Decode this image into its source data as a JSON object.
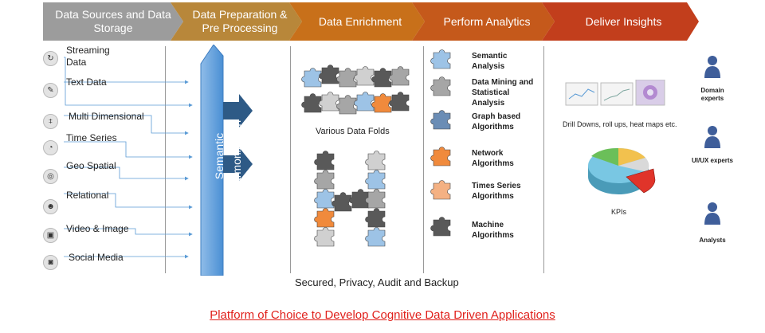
{
  "stages": [
    {
      "label": "Data Sources and Data Storage",
      "color": "#9c9c9c"
    },
    {
      "label": "Data Preparation & Pre Processing",
      "color": "#b8873a"
    },
    {
      "label": "Data Enrichment",
      "color": "#c8701a"
    },
    {
      "label": "Perform Analytics",
      "color": "#c5591b"
    },
    {
      "label": "Deliver Insights",
      "color": "#c23e1c"
    }
  ],
  "sources": [
    {
      "label": "Streaming Data",
      "icon": "refresh-icon"
    },
    {
      "label": "Text Data",
      "icon": "document-icon"
    },
    {
      "label": "Multi Dimensional",
      "icon": "rss-icon"
    },
    {
      "label": "Time Series",
      "icon": "clock-icon"
    },
    {
      "label": "Geo Spatial",
      "icon": "globe-icon"
    },
    {
      "label": "Relational",
      "icon": "person-icon"
    },
    {
      "label": "Video & Image",
      "icon": "film-icon"
    },
    {
      "label": "Social Media",
      "icon": "lock-icon"
    }
  ],
  "harmonization_label": "Semantic Harmonization",
  "enrichment": {
    "folds_label": "Various Data Folds"
  },
  "analytics": [
    {
      "label": "Semantic Analysis",
      "color": "#9dc3e6"
    },
    {
      "label": "Data Mining and Statistical Analysis",
      "color": "#a6a6a6"
    },
    {
      "label": "Graph based Algorithms",
      "color": "#6b8db5"
    },
    {
      "label": "Network Algorithms",
      "color": "#f08a3c"
    },
    {
      "label": "Times Series Algorithms",
      "color": "#f4b183"
    },
    {
      "label": "Machine Algorithms",
      "color": "#595959"
    }
  ],
  "insights": {
    "drill_label": "Drill Downs, roll ups, heat maps etc.",
    "kpis_label": "KPIs",
    "pie_colors": [
      "#f2c14e",
      "#6bbf59",
      "#79c7e3",
      "#d9d9d9",
      "#e0342a"
    ]
  },
  "personas": [
    {
      "label": "Domain experts"
    },
    {
      "label": "UI/UX experts"
    },
    {
      "label": "Analysts"
    }
  ],
  "footer": {
    "security_label": "Secured, Privacy, Audit and Backup",
    "platform_title": "Platform of Choice to Develop Cognitive Data Driven Applications",
    "title_color": "#e0201b"
  }
}
